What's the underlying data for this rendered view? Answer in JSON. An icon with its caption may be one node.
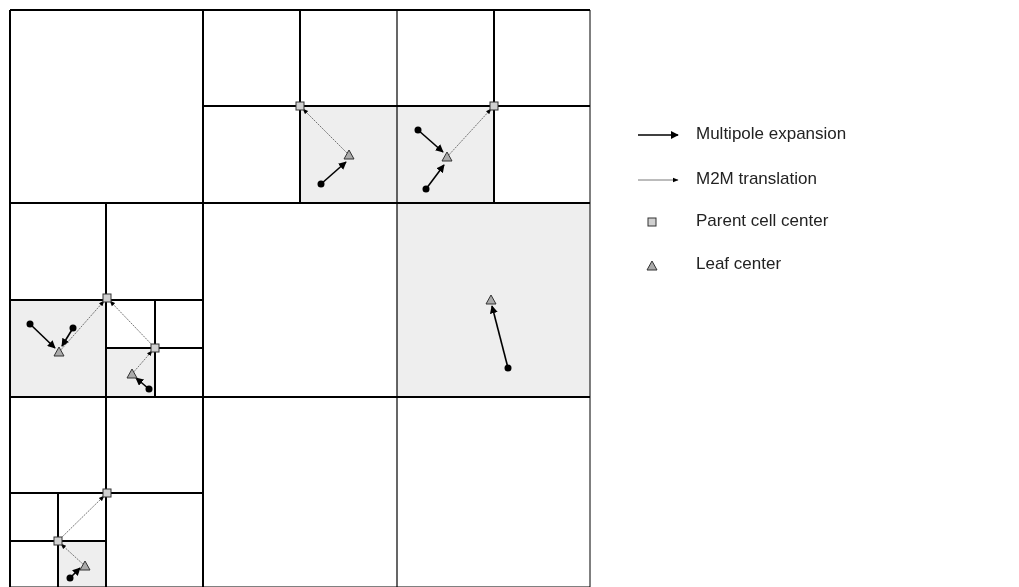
{
  "diagram": {
    "legend": [
      {
        "text": "Multipole expansion"
      },
      {
        "text": "M2M translation"
      },
      {
        "text": "Parent cell center"
      },
      {
        "text": "Leaf center"
      }
    ]
  }
}
